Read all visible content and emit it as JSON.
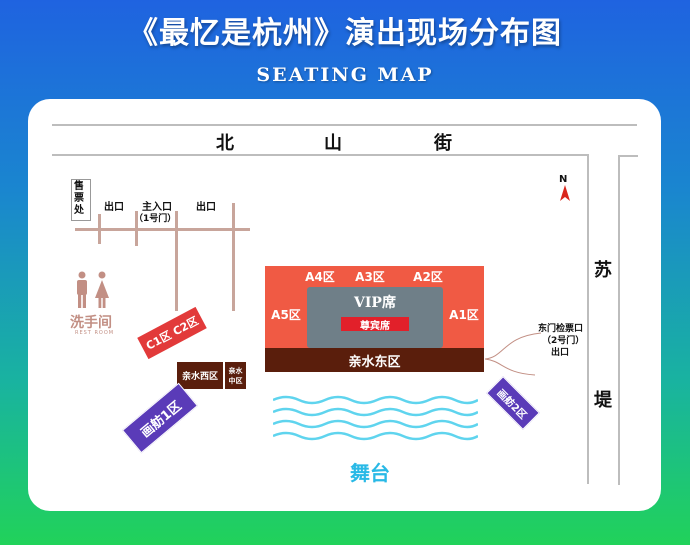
{
  "header": {
    "title": "《最忆是杭州》演出现场分布图",
    "subtitle": "SEATING MAP"
  },
  "streets": {
    "north": [
      "北",
      "山",
      "街"
    ],
    "east": [
      "苏",
      "堤"
    ]
  },
  "compass": {
    "label": "N"
  },
  "facilities": {
    "ticket_office": [
      "售",
      "票",
      "处"
    ],
    "exit_left": "出口",
    "main_entrance": "主入口",
    "main_entrance_gate": "（1号门）",
    "exit_right": "出口",
    "restroom_label": "洗手间",
    "restroom_sub": "REST ROOM",
    "east_gate_line1": "东门检票口",
    "east_gate_line2": "（2号门）",
    "east_gate_line3": "出口"
  },
  "zones": {
    "a4": "A4区",
    "a3": "A3区",
    "a2": "A2区",
    "a5": "A5区",
    "a1": "A1区",
    "vip": "VIP席",
    "vip_guest": "尊宾席",
    "qinshui_east": "亲水东区",
    "qinshui_west": "亲水西区",
    "qinshui_middle": [
      "亲水",
      "中区"
    ],
    "c1c2": "C1区 C2区",
    "huafang1": "画舫1区",
    "huafang2": "画舫2区",
    "stage": "舞台"
  },
  "colors": {
    "a_zone": "#f05a44",
    "vip": "#6f7f88",
    "vip_guest": "#e2202a",
    "qinshui": "#5a1e0c",
    "c_zone": "#e23a3a",
    "huafang": "#5a3bb8",
    "stage_text": "#29b9e6",
    "wave": "#5fd4ee"
  }
}
